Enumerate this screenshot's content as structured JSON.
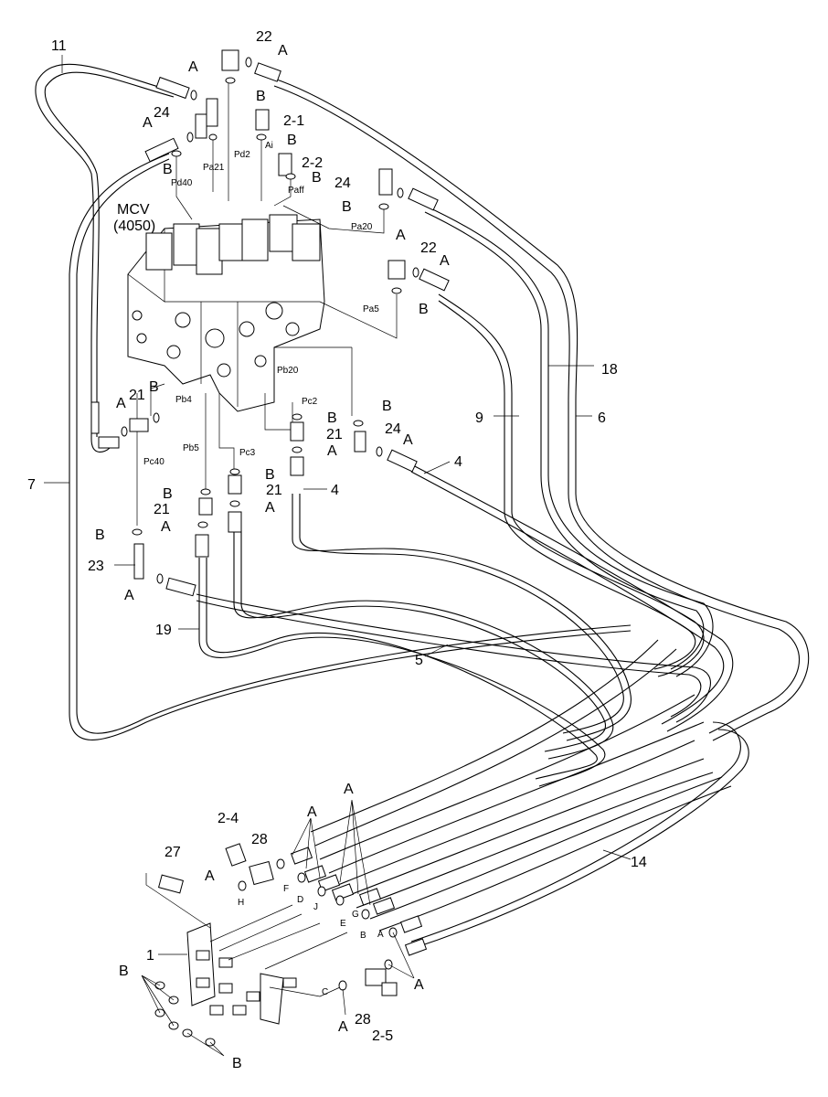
{
  "mcv": {
    "name": "MCV",
    "model": "(4050)"
  },
  "port_labels": {
    "pd40": "Pd40",
    "pa21": "Pa21",
    "pd2": "Pd2",
    "ai": "Ai",
    "paff": "Paff",
    "pa20": "Pa20",
    "pa5": "Pa5",
    "pb20": "Pb20",
    "pb4": "Pb4",
    "pc2": "Pc2",
    "pb5": "Pb5",
    "pc3": "Pc3",
    "pc40": "Pc40"
  },
  "part_numbers": {
    "p11": "11",
    "p22a": "22",
    "p24a": "24",
    "p2_1": "2-1",
    "p2_2": "2-2",
    "p24b": "24",
    "p22b": "22",
    "p18": "18",
    "p9": "9",
    "p6": "6",
    "p21a": "21",
    "p7": "7",
    "p21b": "21",
    "p24c": "24",
    "p4a": "4",
    "p4b": "4",
    "p21c": "21",
    "p21d": "21",
    "p23": "23",
    "p19": "19",
    "p5": "5",
    "p14": "14",
    "p2_4": "2-4",
    "p28a": "28",
    "p27": "27",
    "p1": "1",
    "p28b": "28",
    "p2_5": "2-5"
  },
  "callouts": {
    "a": "A",
    "b": "B"
  },
  "block_letters": {
    "c": "C",
    "d": "D",
    "e": "E",
    "f": "F",
    "g": "G",
    "h": "H",
    "j": "J",
    "b": "B",
    "a": "A"
  }
}
